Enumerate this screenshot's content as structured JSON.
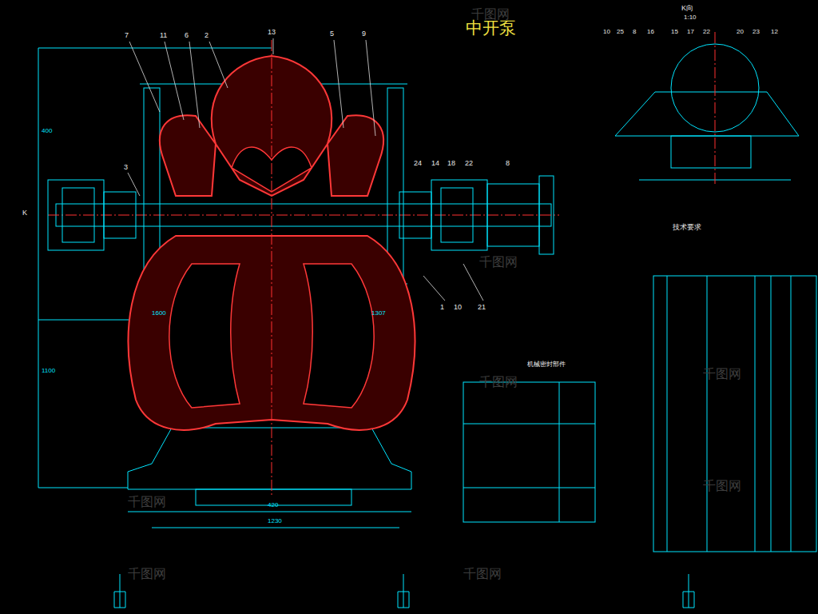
{
  "diagram": {
    "title": "中开泵",
    "labels": [
      "7",
      "11",
      "6",
      "2",
      "13",
      "5",
      "9",
      "3",
      "24",
      "14",
      "18",
      "22",
      "8",
      "1",
      "10",
      "21",
      "K",
      "K向",
      "1:10",
      "10",
      "25",
      "8",
      "16",
      "15",
      "17",
      "22",
      "20",
      "23",
      "12",
      "1600",
      "1307",
      "400",
      "1100",
      "420",
      "1230",
      "技术要求",
      "机械密封部件",
      "千图网",
      "千图网",
      "千图网",
      "千图网",
      "千图网",
      "千图网",
      "千图网",
      "千图网"
    ]
  }
}
